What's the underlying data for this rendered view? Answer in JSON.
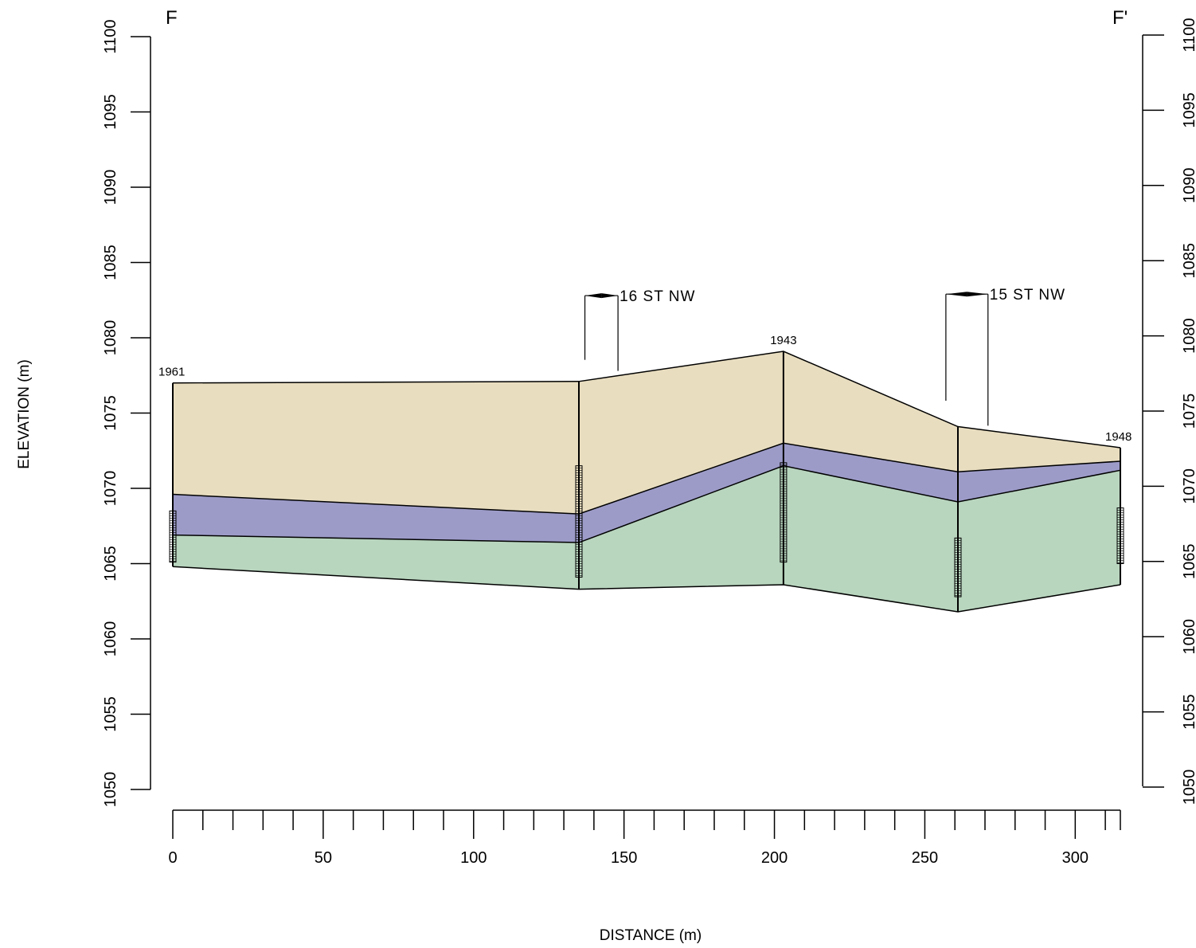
{
  "section": {
    "start_label": "F",
    "end_label": "F'",
    "xlabel": "DISTANCE (m)",
    "ylabel": "ELEVATION (m)"
  },
  "colors": {
    "upper_layer": "#e8ddbf",
    "middle_layer": "#9c9bc8",
    "lower_layer": "#b8d5be",
    "line": "#000000"
  },
  "chart_data": {
    "type": "area",
    "xlim": [
      0,
      315
    ],
    "ylim": [
      1050,
      1100
    ],
    "x_ticks": [
      0,
      50,
      100,
      150,
      200,
      250,
      300
    ],
    "x_minor_step": 10,
    "y_ticks": [
      1050,
      1055,
      1060,
      1065,
      1070,
      1075,
      1080,
      1085,
      1090,
      1095,
      1100
    ],
    "wells": [
      {
        "id": "1961",
        "x": 0,
        "surface": 1077.0,
        "contact1": 1069.6,
        "contact2": 1066.9,
        "bottom": 1064.8,
        "screen": [
          1065.1,
          1068.5
        ]
      },
      {
        "id": "",
        "x": 135,
        "surface": 1077.1,
        "contact1": 1068.3,
        "contact2": 1066.4,
        "bottom": 1063.3,
        "screen": [
          1064.1,
          1071.5
        ]
      },
      {
        "id": "1943",
        "x": 203,
        "surface": 1079.1,
        "contact1": 1073.0,
        "contact2": 1071.5,
        "bottom": 1063.6,
        "screen": [
          1065.1,
          1071.7
        ]
      },
      {
        "id": "",
        "x": 261,
        "surface": 1074.1,
        "contact1": 1071.1,
        "contact2": 1069.1,
        "bottom": 1061.8,
        "screen": [
          1062.8,
          1066.7
        ]
      },
      {
        "id": "1948",
        "x": 315,
        "surface": 1072.7,
        "contact1": 1071.8,
        "contact2": 1071.2,
        "bottom": 1063.6,
        "screen": [
          1065.0,
          1068.7
        ]
      }
    ],
    "streets": [
      {
        "name": "16  ST  NW",
        "x_left": 137,
        "x_right": 148,
        "y": 1082.8
      },
      {
        "name": "15  ST  NW",
        "x_left": 257,
        "x_right": 271,
        "y": 1082.9
      }
    ]
  }
}
